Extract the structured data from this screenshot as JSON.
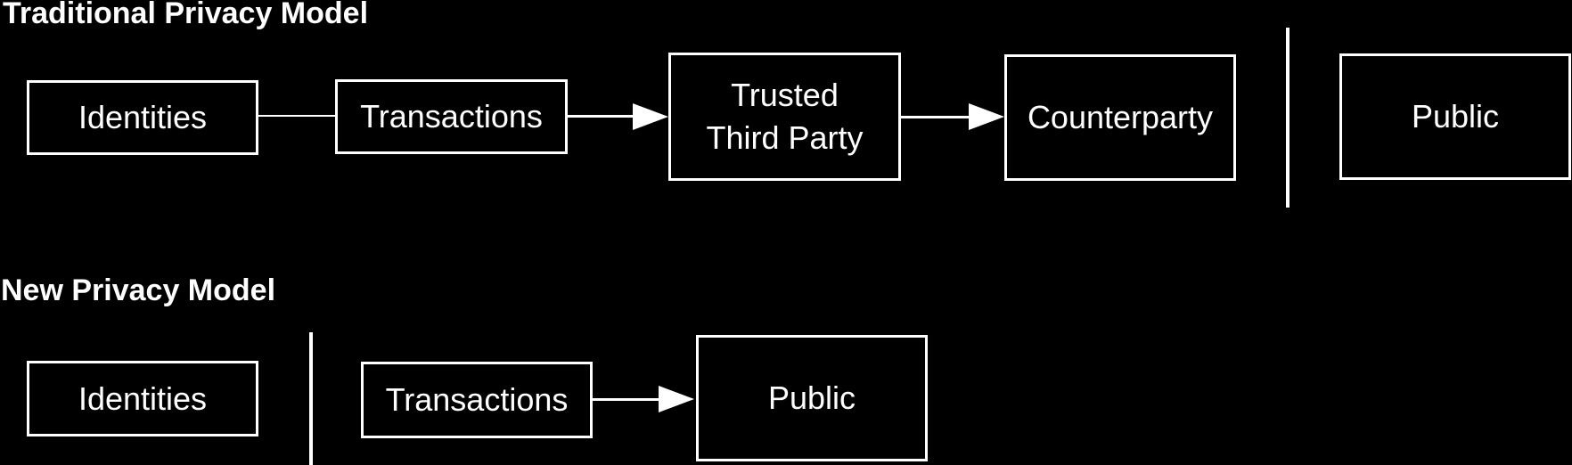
{
  "colors": {
    "background": "#000000",
    "line": "#ffffff",
    "text": "#ffffff"
  },
  "sections": [
    {
      "title": "Traditional Privacy Model",
      "nodes": [
        {
          "label": "Identities"
        },
        {
          "label": "Transactions"
        },
        {
          "label": "Trusted\nThird Party"
        },
        {
          "label": "Counterparty"
        },
        {
          "label": "Public"
        }
      ]
    },
    {
      "title": "New Privacy Model",
      "nodes": [
        {
          "label": "Identities"
        },
        {
          "label": "Transactions"
        },
        {
          "label": "Public"
        }
      ]
    }
  ]
}
